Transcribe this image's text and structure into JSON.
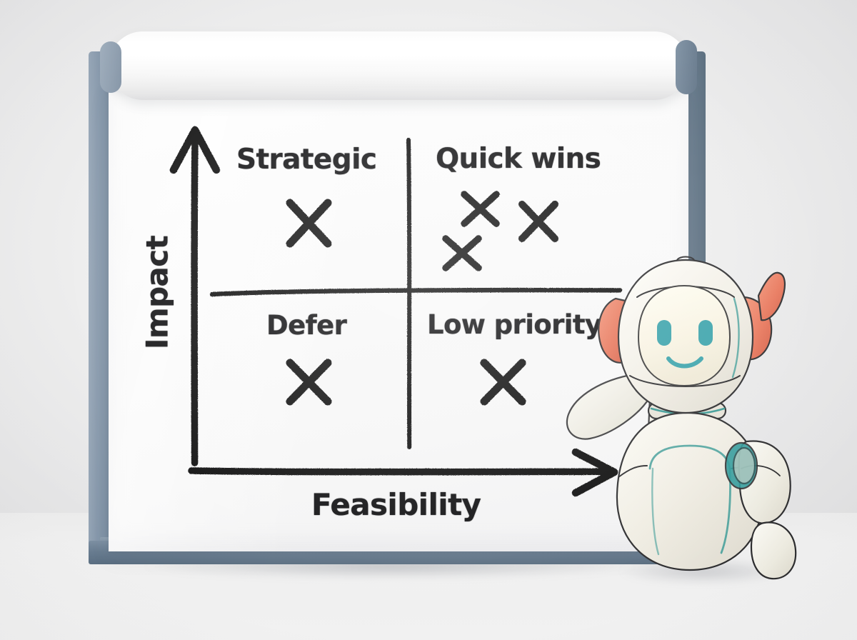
{
  "scene": {
    "title": "Impact vs Feasibility prioritization matrix on a flipchart easel",
    "background_color": "#ededed",
    "floor_color": "#f1f1f1"
  },
  "easel": {
    "frame_color_left": "#8496a9",
    "frame_color_right": "#5c7082",
    "frame_color_bottom": "#687c90",
    "paper_color": "#fafafa",
    "roll_color": "#ffffff"
  },
  "chart_data": {
    "type": "scatter",
    "title": "Impact vs Feasibility prioritization matrix",
    "xlabel": "Feasibility",
    "ylabel": "Impact",
    "xlim": [
      0,
      1
    ],
    "ylim": [
      0,
      1
    ],
    "grid": false,
    "legend": "none",
    "style": "hand-drawn marker on flipchart paper",
    "ink_color": "#101012",
    "axes": {
      "x_axis": {
        "label": "Feasibility",
        "arrow": true,
        "direction": "right"
      },
      "y_axis": {
        "label": "Impact",
        "arrow": true,
        "direction": "up"
      }
    },
    "quadrants": [
      {
        "id": "top-left",
        "label": "Strategic",
        "x_level": "low",
        "y_level": "high",
        "marker_count": 1
      },
      {
        "id": "top-right",
        "label": "Quick wins",
        "x_level": "high",
        "y_level": "high",
        "marker_count": 3
      },
      {
        "id": "bottom-left",
        "label": "Defer",
        "x_level": "low",
        "y_level": "low",
        "marker_count": 1
      },
      {
        "id": "bottom-right",
        "label": "Low priority",
        "x_level": "high",
        "y_level": "low",
        "marker_count": 1
      }
    ],
    "markers": [
      {
        "quadrant": "top-left",
        "x": 0.27,
        "y": 0.78,
        "glyph": "X",
        "size": "large"
      },
      {
        "quadrant": "top-right",
        "x": 0.69,
        "y": 0.82,
        "glyph": "X",
        "size": "medium"
      },
      {
        "quadrant": "top-right",
        "x": 0.83,
        "y": 0.79,
        "glyph": "X",
        "size": "medium"
      },
      {
        "quadrant": "top-right",
        "x": 0.64,
        "y": 0.7,
        "glyph": "X",
        "size": "medium"
      },
      {
        "quadrant": "bottom-left",
        "x": 0.27,
        "y": 0.31,
        "glyph": "X",
        "size": "large"
      },
      {
        "quadrant": "bottom-right",
        "x": 0.72,
        "y": 0.31,
        "glyph": "X",
        "size": "large"
      }
    ],
    "counts_by_quadrant": {
      "Strategic": 1,
      "Quick wins": 3,
      "Defer": 1,
      "Low priority": 1
    },
    "total_markers": 6
  },
  "labels": {
    "strategic": "Strategic",
    "quick_wins": "Quick wins",
    "defer": "Defer",
    "low_priority": "Low priority",
    "feasibility": "Feasibility",
    "impact": "Impact"
  },
  "robot": {
    "name": "presenter-robot",
    "pose": "waving with left arm raised",
    "expression": "smiling",
    "body_color": "#efece2",
    "accent_color": "#2f9a9a",
    "ear_color": "#e8775a",
    "eye_color": "#3ba3ab",
    "outline_color": "#2b2b2b"
  }
}
